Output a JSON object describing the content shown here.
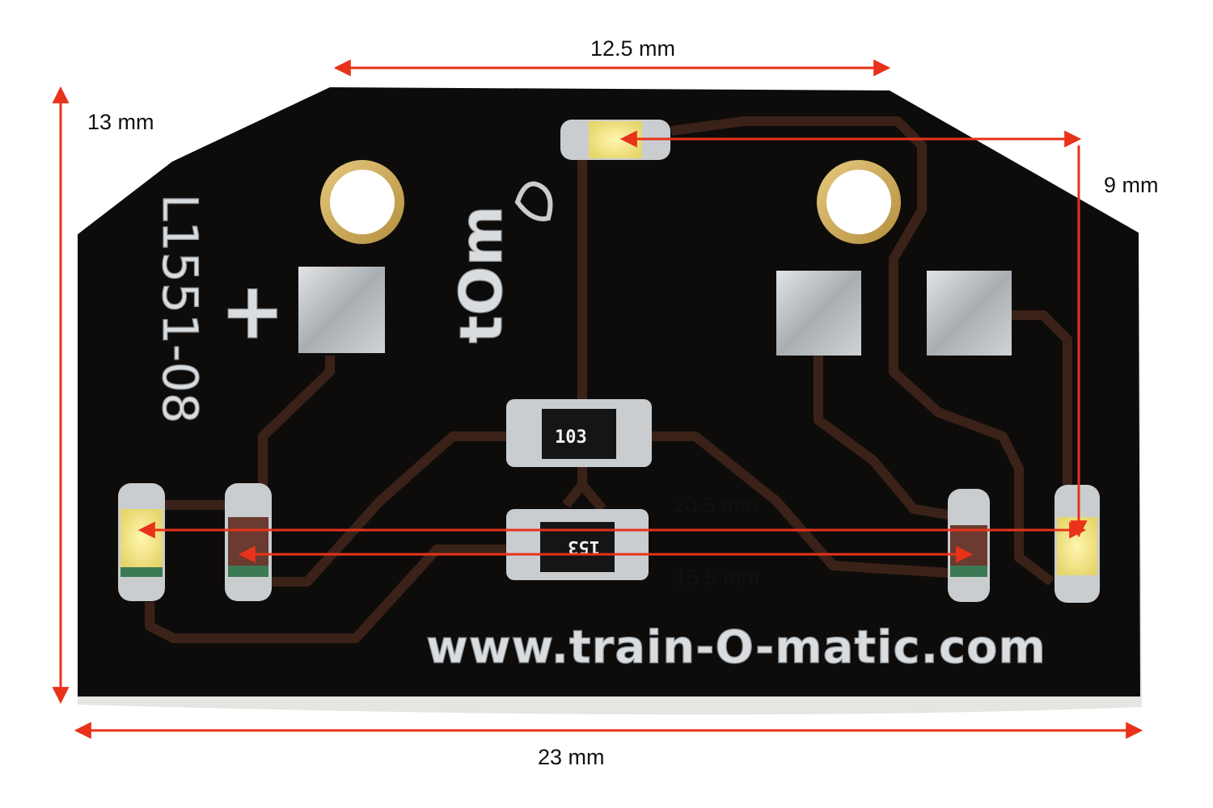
{
  "photo": {
    "subject": "LED lighting PCB",
    "board_colors": {
      "board": "#0d0b0a",
      "trace": "#3a2118",
      "pad": "#b9bec2",
      "led_yellow": "#f2e58a",
      "dimension_line": "#e8321a"
    }
  },
  "board": {
    "part_number": "L1551-08",
    "brand_logo": "tOm",
    "website": "www.train-O-matic.com",
    "plus_marking": "+",
    "resistor_top_code": "103",
    "resistor_bottom_code": "153"
  },
  "dimensions": {
    "top_width": "12.5 mm",
    "height": "13 mm",
    "led_spacing_vertical": "9 mm",
    "led_spacing_outer": "20.5 mm",
    "led_spacing_inner": "15.5 mm",
    "total_width": "23 mm"
  }
}
